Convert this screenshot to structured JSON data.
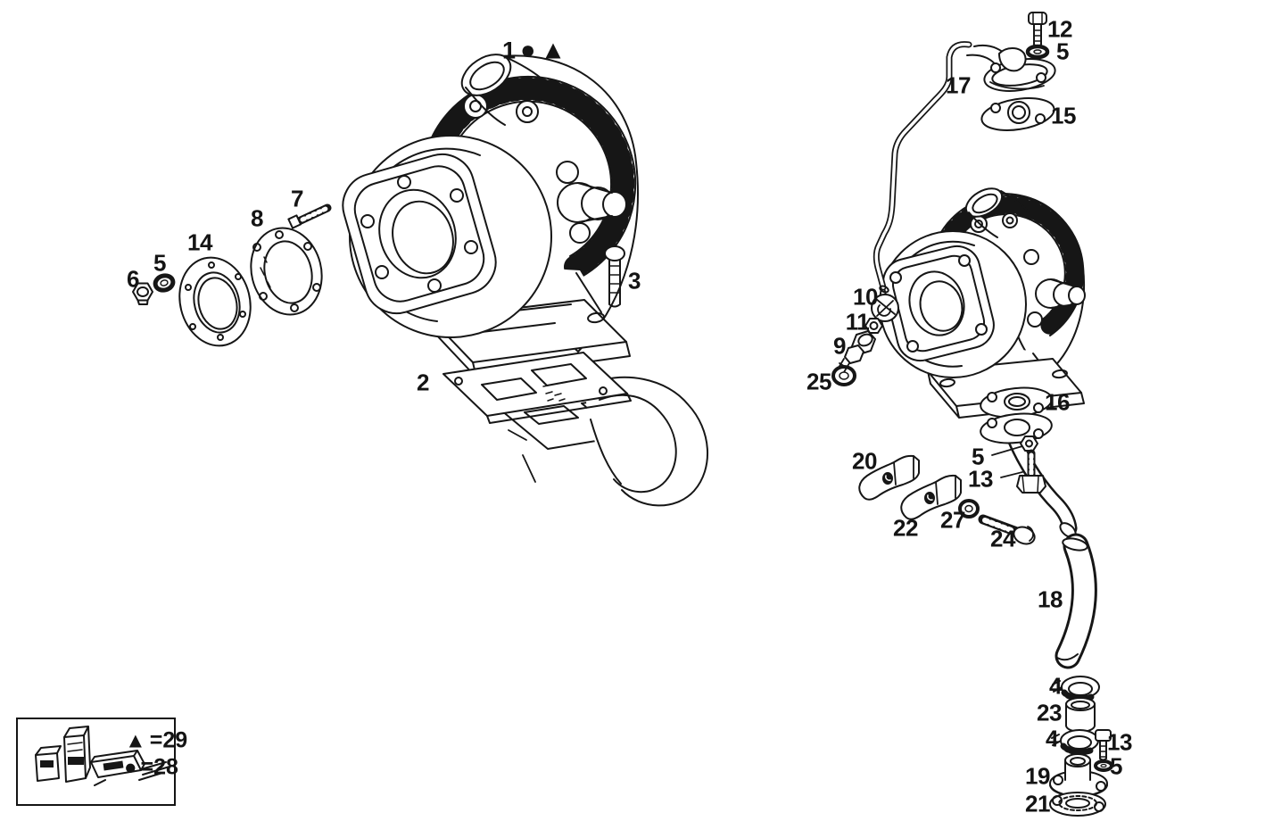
{
  "diagram": {
    "callouts": {
      "c1": "1",
      "c2": "2",
      "c3": "3",
      "c4": "4",
      "c5": "5",
      "c6": "6",
      "c7": "7",
      "c8": "8",
      "c9": "9",
      "c10": "10",
      "c11": "11",
      "c12": "12",
      "c13": "13",
      "c14": "14",
      "c15": "15",
      "c16": "16",
      "c17": "17",
      "c18": "18",
      "c19": "19",
      "c20": "20",
      "c21": "21",
      "c22": "22",
      "c23": "23",
      "c24": "24",
      "c25": "25",
      "c27": "27"
    },
    "symbols": {
      "circle": "●",
      "triangle": "▲"
    },
    "legend": {
      "triangle_symbol": "▲",
      "triangle_value": "=29",
      "circle_symbol": "●",
      "circle_value": "=28"
    },
    "colors": {
      "ink": "#161616",
      "paper": "#ffffff"
    }
  }
}
